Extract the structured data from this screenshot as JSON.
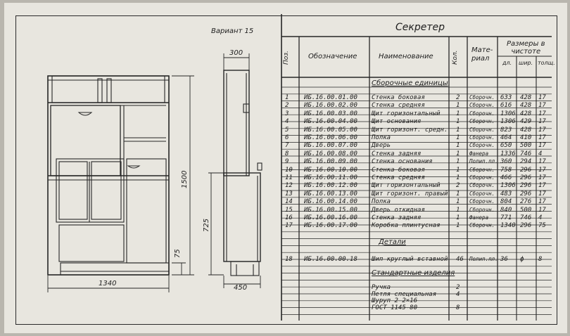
{
  "variant": "Вариант 15",
  "title": "Секретер",
  "headers": {
    "pos": "Поз.",
    "designation": "Обозначение",
    "name": "Наименование",
    "qty": "Кол.",
    "material": "Мате-\nриал",
    "sizes": "Размеры в\nчистоте",
    "length": "дл.",
    "width": "шир.",
    "thickness": "толщ."
  },
  "dimensions": {
    "top_depth": "300",
    "height_total": "1500",
    "height_lower": "725",
    "base_height": "75",
    "width": "1340",
    "depth": "450"
  },
  "sections": {
    "assembly": "Сборочные единицы",
    "details": "Детали",
    "standard": "Стандартные изделия"
  },
  "assembly_rows": [
    {
      "pos": "1",
      "code": "ИБ.16.00.01.00",
      "name": "Стенка боковая",
      "qty": "2",
      "mat": "Сборочн.",
      "l": "633",
      "w": "428",
      "t": "17"
    },
    {
      "pos": "2",
      "code": "ИБ.16.00.02.00",
      "name": "Стенка средняя",
      "qty": "1",
      "mat": "Сборочн.",
      "l": "616",
      "w": "428",
      "t": "17"
    },
    {
      "pos": "3",
      "code": "ИБ.16.00.03.00",
      "name": "Щит горизонтальный",
      "qty": "1",
      "mat": "Сборочн.",
      "l": "1306",
      "w": "428",
      "t": "17"
    },
    {
      "pos": "4",
      "code": "ИБ.16.00.04.00",
      "name": "Щит основания",
      "qty": "1",
      "mat": "Сборочн.",
      "l": "1306",
      "w": "429",
      "t": "17"
    },
    {
      "pos": "5",
      "code": "ИБ.16.00.05.00",
      "name": "Щит горизонт. средн.",
      "qty": "1",
      "mat": "Сборочн.",
      "l": "823",
      "w": "428",
      "t": "17"
    },
    {
      "pos": "6",
      "code": "ИБ.16.00.06.00",
      "name": "Полка",
      "qty": "1",
      "mat": "Сборочн.",
      "l": "464",
      "w": "410",
      "t": "17"
    },
    {
      "pos": "7",
      "code": "ИБ.16.00.07.00",
      "name": "Дверь",
      "qty": "1",
      "mat": "Сборочн.",
      "l": "650",
      "w": "500",
      "t": "17"
    },
    {
      "pos": "8",
      "code": "ИБ.16.00.08.00",
      "name": "Стенка задняя",
      "qty": "1",
      "mat": "Фанера",
      "l": "1336",
      "w": "746",
      "t": "4"
    },
    {
      "pos": "9",
      "code": "ИБ.16.00.09.00",
      "name": "Стенка основания",
      "qty": "1",
      "mat": "Полип.пл.",
      "l": "360",
      "w": "294",
      "t": "17"
    },
    {
      "pos": "10",
      "code": "ИБ.16.00.10.00",
      "name": "Стенка боковая",
      "qty": "1",
      "mat": "Сборочн.",
      "l": "758",
      "w": "296",
      "t": "17"
    },
    {
      "pos": "11",
      "code": "ИБ.16.00.11.00",
      "name": "Стенка средняя",
      "qty": "1",
      "mat": "Сборочн.",
      "l": "466",
      "w": "296",
      "t": "17"
    },
    {
      "pos": "12",
      "code": "ИБ.16.00.12.00",
      "name": "Щит горизонтальный",
      "qty": "2",
      "mat": "Сборочн.",
      "l": "1306",
      "w": "296",
      "t": "17"
    },
    {
      "pos": "13",
      "code": "ИБ.16.00.13.00",
      "name": "Щит горизонт. правый",
      "qty": "1",
      "mat": "Сборочн.",
      "l": "483",
      "w": "296",
      "t": "17"
    },
    {
      "pos": "14",
      "code": "ИБ.16.00.14.00",
      "name": "Полка",
      "qty": "1",
      "mat": "Сборочн.",
      "l": "804",
      "w": "276",
      "t": "17"
    },
    {
      "pos": "15",
      "code": "ИБ.16.00.15.00",
      "name": "Дверь откидная",
      "qty": "1",
      "mat": "Сборочн.",
      "l": "840",
      "w": "500",
      "t": "17"
    },
    {
      "pos": "16",
      "code": "ИБ.16.00.16.00",
      "name": "Стенка задняя",
      "qty": "1",
      "mat": "Фанера",
      "l": "771",
      "w": "746",
      "t": "4"
    },
    {
      "pos": "17",
      "code": "ИБ.16.00.17.00",
      "name": "Коробка плинтусная",
      "qty": "1",
      "mat": "Сборочн.",
      "l": "1340",
      "w": "296",
      "t": "75"
    }
  ],
  "detail_rows": [
    {
      "pos": "18",
      "code": "ИБ.16.00.00.18",
      "name": "Шип круглый вставной",
      "qty": "46",
      "mat": "Полип.пл.",
      "l": "36",
      "w": "ф",
      "t": "8"
    }
  ],
  "standard_rows": [
    {
      "name": "Ручка",
      "qty": "2"
    },
    {
      "name": "Петля специальная",
      "qty": "4"
    },
    {
      "name": "Шуруп 2-2×16",
      "qty": ""
    },
    {
      "name": "ГОСТ 1145-80",
      "qty": "8"
    }
  ]
}
